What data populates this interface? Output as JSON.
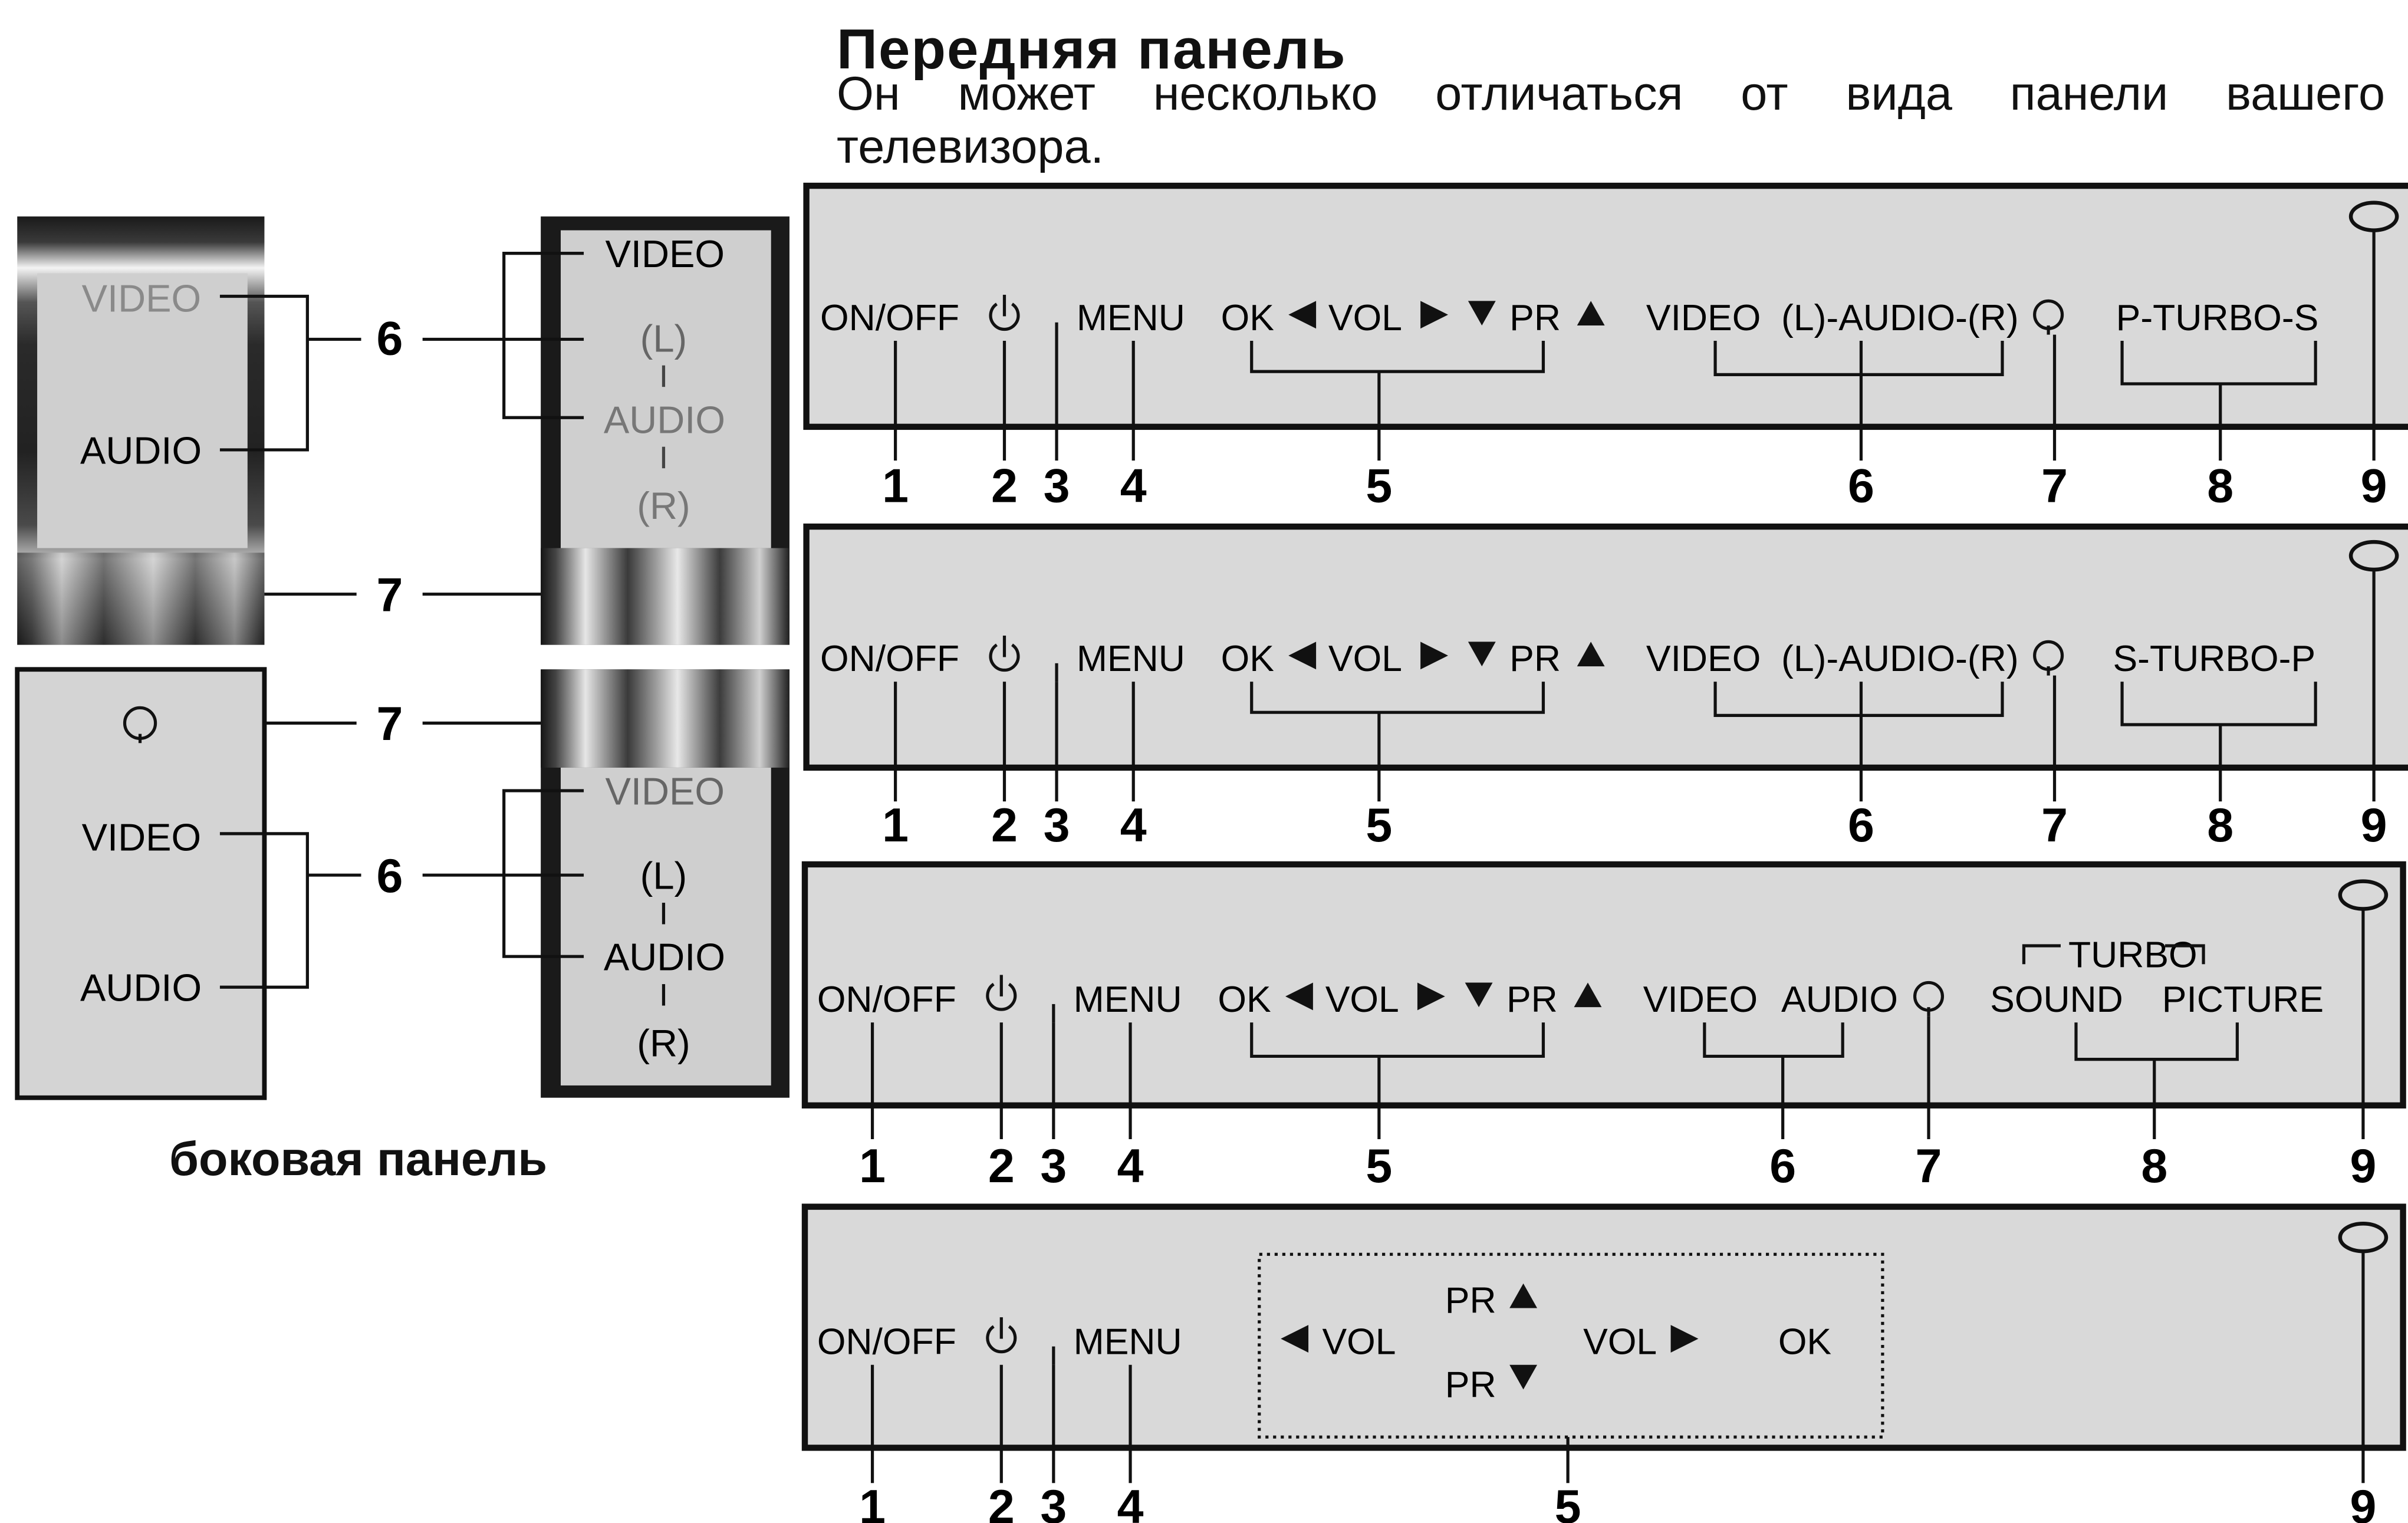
{
  "header": {
    "title": "Передняя панель",
    "subtitle_line1": "Он может несколько отличаться от вида панели вашего",
    "subtitle_line2": "телевизора."
  },
  "side_caption": "боковая панель",
  "side_panels": [
    {
      "label_video": "VIDEO",
      "label_audio": "AUDIO",
      "num_av": "6",
      "num_phone": "7"
    },
    {
      "label_video": "VIDEO",
      "label_l": "(L)",
      "label_audio": "AUDIO",
      "label_r": "(R)"
    },
    {
      "label_video": "VIDEO",
      "label_audio": "AUDIO",
      "num_phone": "7",
      "num_av": "6"
    },
    {
      "label_video": "VIDEO",
      "label_l": "(L)",
      "label_audio": "AUDIO",
      "label_r": "(R)"
    }
  ],
  "front_panels": [
    {
      "labels": {
        "onoff": "ON/OFF",
        "menu": "MENU",
        "ok": "OK",
        "vol": "VOL",
        "pr": "PR",
        "av": "VIDEO  (L)-AUDIO-(R)",
        "turbo": "P-TURBO-S"
      },
      "numbers": [
        "1",
        "2",
        "3",
        "4",
        "5",
        "6",
        "7",
        "8",
        "9"
      ]
    },
    {
      "labels": {
        "onoff": "ON/OFF",
        "menu": "MENU",
        "ok": "OK",
        "vol": "VOL",
        "pr": "PR",
        "av": "VIDEO  (L)-AUDIO-(R)",
        "turbo": "S-TURBO-P"
      },
      "numbers": [
        "1",
        "2",
        "3",
        "4",
        "5",
        "6",
        "7",
        "8",
        "9"
      ]
    },
    {
      "labels": {
        "onoff": "ON/OFF",
        "menu": "MENU",
        "ok": "OK",
        "vol": "VOL",
        "pr": "PR",
        "video": "VIDEO",
        "audio": "AUDIO",
        "turbo": "TURBO",
        "sound": "SOUND",
        "picture": "PICTURE"
      },
      "numbers": [
        "1",
        "2",
        "3",
        "4",
        "5",
        "6",
        "7",
        "8",
        "9"
      ]
    },
    {
      "labels": {
        "onoff": "ON/OFF",
        "menu": "MENU",
        "vol": "VOL",
        "pr": "PR",
        "ok": "OK"
      },
      "numbers": [
        "1",
        "2",
        "3",
        "4",
        "5",
        "9"
      ]
    }
  ],
  "colors": {
    "panel_fill": "#d9d9d9",
    "frame": "#111111",
    "metal_dark": "#222222"
  },
  "icons": [
    "power-icon",
    "headphone-icon",
    "indicator-lamp-icon",
    "arrow-left-icon",
    "arrow-right-icon",
    "arrow-up-icon",
    "arrow-down-icon"
  ]
}
